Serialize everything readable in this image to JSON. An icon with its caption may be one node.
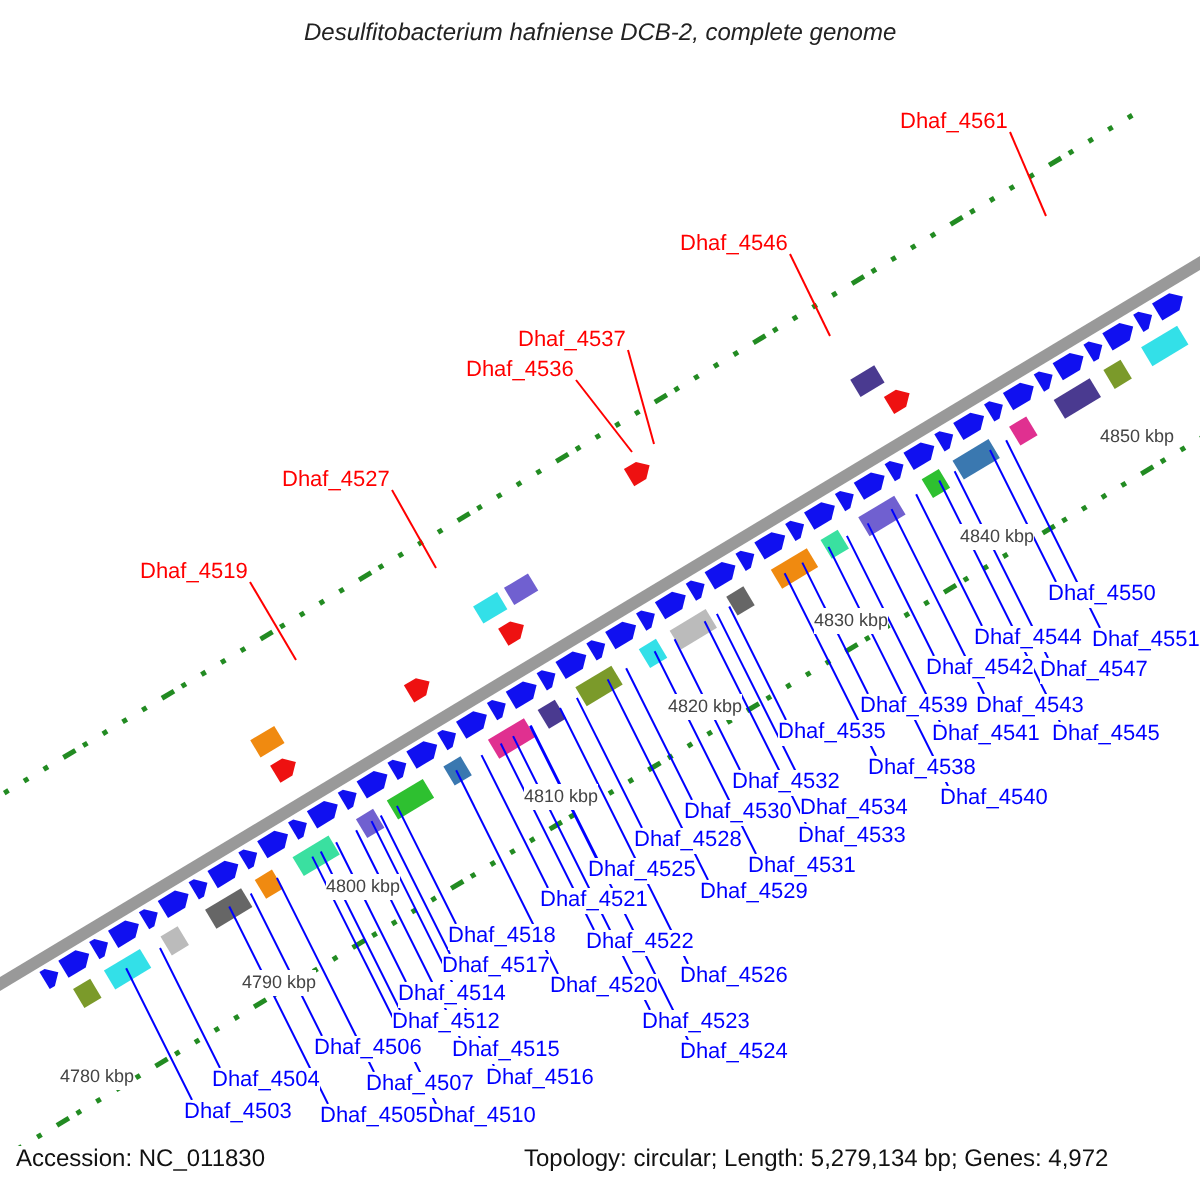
{
  "diagram": {
    "title": "Desulfitobacterium hafniense DCB-2, complete genome",
    "nodes": [
      {
        "text": [
          "Dhaf_4519"
        ]
      },
      {
        "text": [
          "Dhaf_4527"
        ]
      },
      {
        "text": [
          "Dhaf_4536"
        ]
      },
      {
        "text": [
          "Dhaf_4537"
        ]
      },
      {
        "text": [
          "Dhaf_4546"
        ]
      },
      {
        "text": [
          "Dhaf_4561"
        ]
      },
      {
        "text": [
          "Dhaf_4503"
        ]
      },
      {
        "text": [
          "Dhaf_4504"
        ]
      },
      {
        "text": [
          "Dhaf_4505"
        ]
      },
      {
        "text": [
          "Dhaf_4506"
        ]
      },
      {
        "text": [
          "Dhaf_4507"
        ]
      },
      {
        "text": [
          "Dhaf_4510"
        ]
      },
      {
        "text": [
          "Dhaf_4512"
        ]
      },
      {
        "text": [
          "Dhaf_4514"
        ]
      },
      {
        "text": [
          "Dhaf_4515"
        ]
      },
      {
        "text": [
          "Dhaf_4516"
        ]
      },
      {
        "text": [
          "Dhaf_4517"
        ]
      },
      {
        "text": [
          "Dhaf_4518"
        ]
      },
      {
        "text": [
          "Dhaf_4520"
        ]
      },
      {
        "text": [
          "Dhaf_4521"
        ]
      },
      {
        "text": [
          "Dhaf_4522"
        ]
      },
      {
        "text": [
          "Dhaf_4523"
        ]
      },
      {
        "text": [
          "Dhaf_4524"
        ]
      },
      {
        "text": [
          "Dhaf_4525"
        ]
      },
      {
        "text": [
          "Dhaf_4526"
        ]
      },
      {
        "text": [
          "Dhaf_4528"
        ]
      },
      {
        "text": [
          "Dhaf_4529"
        ]
      },
      {
        "text": [
          "Dhaf_4530"
        ]
      },
      {
        "text": [
          "Dhaf_4531"
        ]
      },
      {
        "text": [
          "Dhaf_4532"
        ]
      },
      {
        "text": [
          "Dhaf_4533"
        ]
      },
      {
        "text": [
          "Dhaf_4534"
        ]
      },
      {
        "text": [
          "Dhaf_4535"
        ]
      },
      {
        "text": [
          "Dhaf_4538"
        ]
      },
      {
        "text": [
          "Dhaf_4539"
        ]
      },
      {
        "text": [
          "Dhaf_4540"
        ]
      },
      {
        "text": [
          "Dhaf_4541"
        ]
      },
      {
        "text": [
          "Dhaf_4542"
        ]
      },
      {
        "text": [
          "Dhaf_4543"
        ]
      },
      {
        "text": [
          "Dhaf_4544"
        ]
      },
      {
        "text": [
          "Dhaf_4545"
        ]
      },
      {
        "text": [
          "Dhaf_4547"
        ]
      },
      {
        "text": [
          "Dhaf_4550"
        ]
      },
      {
        "text": [
          "Dhaf_4551"
        ]
      }
    ],
    "edges": [
      {
        "from": 0,
        "to": null,
        "arrow": "none",
        "color": "#ff0000"
      },
      {
        "from": 1,
        "to": null,
        "arrow": "none",
        "color": "#ff0000"
      },
      {
        "from": 2,
        "to": null,
        "arrow": "none",
        "color": "#ff0000"
      },
      {
        "from": 3,
        "to": null,
        "arrow": "none",
        "color": "#ff0000"
      },
      {
        "from": 4,
        "to": null,
        "arrow": "none",
        "color": "#ff0000"
      },
      {
        "from": 5,
        "to": null,
        "arrow": "none",
        "color": "#ff0000"
      },
      {
        "from": 6,
        "to": null,
        "arrow": "none"
      },
      {
        "from": 7,
        "to": null,
        "arrow": "none"
      },
      {
        "from": 8,
        "to": null,
        "arrow": "none"
      },
      {
        "from": 9,
        "to": null,
        "arrow": "none"
      },
      {
        "from": 10,
        "to": null,
        "arrow": "none"
      },
      {
        "from": 11,
        "to": null,
        "arrow": "none"
      },
      {
        "from": 12,
        "to": null,
        "arrow": "none"
      },
      {
        "from": 13,
        "to": null,
        "arrow": "none"
      },
      {
        "from": 14,
        "to": null,
        "arrow": "none"
      },
      {
        "from": 15,
        "to": null,
        "arrow": "none"
      },
      {
        "from": 16,
        "to": null,
        "arrow": "none"
      },
      {
        "from": 17,
        "to": null,
        "arrow": "none"
      },
      {
        "from": 18,
        "to": null,
        "arrow": "none"
      },
      {
        "from": 19,
        "to": null,
        "arrow": "none"
      },
      {
        "from": 20,
        "to": null,
        "arrow": "none"
      },
      {
        "from": 21,
        "to": null,
        "arrow": "none"
      },
      {
        "from": 22,
        "to": null,
        "arrow": "none"
      },
      {
        "from": 23,
        "to": null,
        "arrow": "none"
      },
      {
        "from": 24,
        "to": null,
        "arrow": "none"
      },
      {
        "from": 25,
        "to": null,
        "arrow": "none"
      },
      {
        "from": 26,
        "to": null,
        "arrow": "none"
      },
      {
        "from": 27,
        "to": null,
        "arrow": "none"
      },
      {
        "from": 28,
        "to": null,
        "arrow": "none"
      },
      {
        "from": 29,
        "to": null,
        "arrow": "none"
      },
      {
        "from": 30,
        "to": null,
        "arrow": "none"
      },
      {
        "from": 31,
        "to": null,
        "arrow": "none"
      },
      {
        "from": 32,
        "to": null,
        "arrow": "none"
      },
      {
        "from": 33,
        "to": null,
        "arrow": "none"
      },
      {
        "from": 34,
        "to": null,
        "arrow": "none"
      },
      {
        "from": 35,
        "to": null,
        "arrow": "none"
      },
      {
        "from": 36,
        "to": null,
        "arrow": "none"
      },
      {
        "from": 37,
        "to": null,
        "arrow": "none"
      },
      {
        "from": 38,
        "to": null,
        "arrow": "none"
      },
      {
        "from": 39,
        "to": null,
        "arrow": "none"
      },
      {
        "from": 40,
        "to": null,
        "arrow": "none"
      },
      {
        "from": 41,
        "to": null,
        "arrow": "none"
      },
      {
        "from": 42,
        "to": null,
        "arrow": "none"
      },
      {
        "from": 43,
        "to": null,
        "arrow": "none"
      }
    ],
    "labels": [
      "4850 kbp",
      "4840 kbp",
      "4830 kbp",
      "4820 kbp",
      "4810 kbp",
      "4800 kbp",
      "4790 kbp",
      "4780 kbp",
      "Accession: NC_011830",
      "Topology: circular; Length: 5,279,134 bp; Genes: 4,972"
    ]
  }
}
